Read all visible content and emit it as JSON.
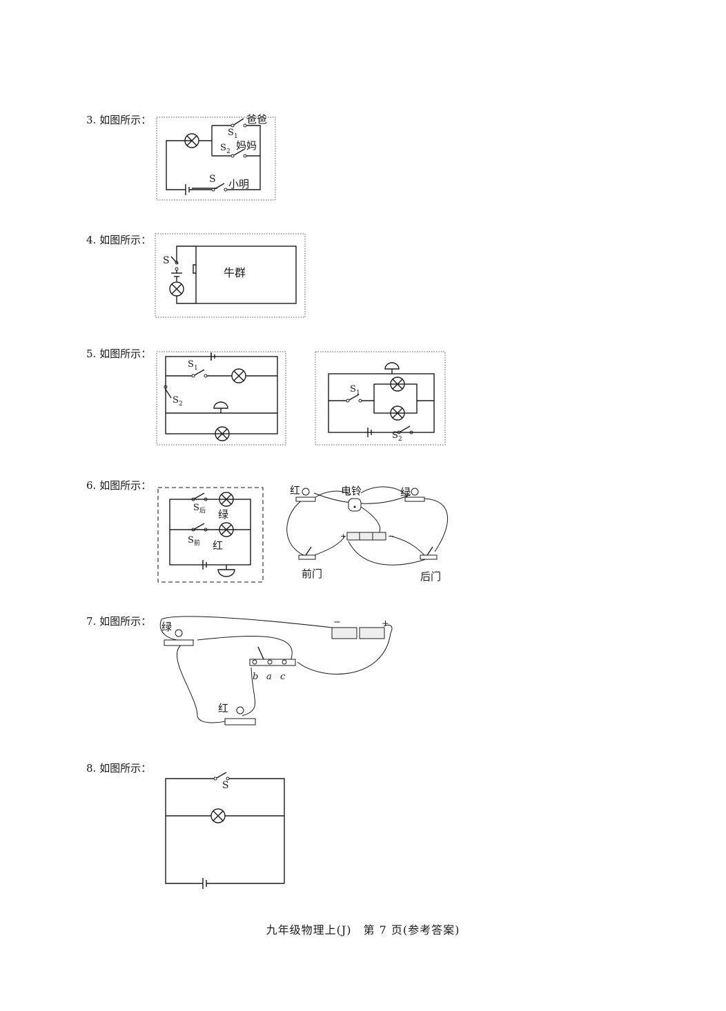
{
  "questions": [
    {
      "label": "3. 如图所示：",
      "text": {
        "dad": "爸爸",
        "mom": "妈妈",
        "me": "小明",
        "s": "S",
        "s1": "S",
        "s1_sub": "1",
        "s2": "S",
        "s2_sub": "2"
      }
    },
    {
      "label": "4. 如图所示：",
      "text": {
        "s": "S",
        "herd": "牛群"
      }
    },
    {
      "label": "5. 如图所示：",
      "text": {
        "s1": "S",
        "s1_sub": "1",
        "s2": "S",
        "s2_sub": "2"
      }
    },
    {
      "label": "6. 如图所示：",
      "text": {
        "s_back": "S",
        "s_back_sub": "后",
        "s_front": "S",
        "s_front_sub": "前",
        "green": "绿",
        "red": "红",
        "bell": "电铃",
        "front_door": "前门",
        "back_door": "后门",
        "plus": "+",
        "minus": "−"
      }
    },
    {
      "label": "7. 如图所示：",
      "text": {
        "green": "绿",
        "red": "红",
        "b": "b",
        "a": "a",
        "c": "c",
        "plus": "+",
        "minus": "−"
      }
    },
    {
      "label": "8. 如图所示：",
      "text": {
        "s": "S"
      }
    }
  ],
  "footer": "九年级物理上(J)　第 7 页(参考答案)"
}
